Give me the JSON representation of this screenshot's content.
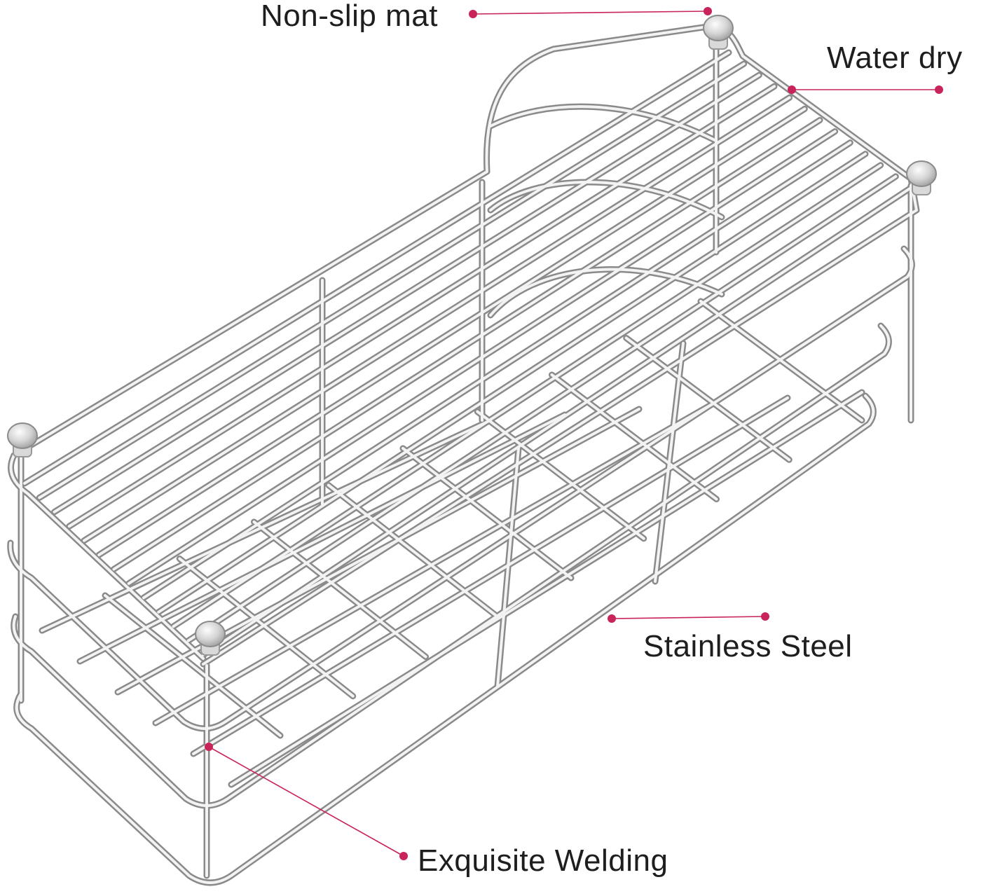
{
  "annotations": [
    {
      "id": "nonslip",
      "text": "Non-slip mat"
    },
    {
      "id": "waterdry",
      "text": "Water dry"
    },
    {
      "id": "stainless",
      "text": "Stainless Steel"
    },
    {
      "id": "welding",
      "text": "Exquisite Welding"
    }
  ],
  "colors": {
    "callout": "#c8245a",
    "wire_light": "#f2f2f2",
    "wire_dark": "#8a8a8a",
    "label_text": "#1e1e1e",
    "foot": "#c9c9c9"
  },
  "icons": {
    "product": "wire-basket-illustration",
    "foot": "rubber-foot-icon",
    "callout_dot": "callout-dot-icon"
  }
}
